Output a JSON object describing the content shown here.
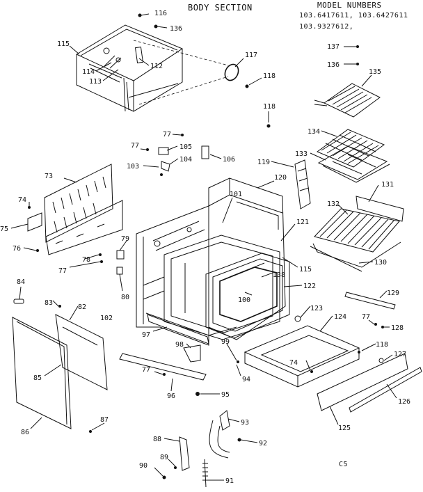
{
  "header": {
    "title": "BODY SECTION",
    "model_heading": "MODEL NUMBERS",
    "model_line1": "103.6417611, 103.6427611",
    "model_line2": "103.9327612,"
  },
  "footer_code": "C5",
  "callouts": [
    {
      "id": "c116",
      "text": "116"
    },
    {
      "id": "c136a",
      "text": "136"
    },
    {
      "id": "c115a",
      "text": "115"
    },
    {
      "id": "c112",
      "text": "112"
    },
    {
      "id": "c114",
      "text": "114"
    },
    {
      "id": "c113",
      "text": "113"
    },
    {
      "id": "c117",
      "text": "117"
    },
    {
      "id": "c118a",
      "text": "118"
    },
    {
      "id": "c118b",
      "text": "118"
    },
    {
      "id": "c137",
      "text": "137"
    },
    {
      "id": "c136b",
      "text": "136"
    },
    {
      "id": "c135",
      "text": "135"
    },
    {
      "id": "c134",
      "text": "134"
    },
    {
      "id": "c133",
      "text": "133"
    },
    {
      "id": "c131",
      "text": "131"
    },
    {
      "id": "c132",
      "text": "132"
    },
    {
      "id": "c130",
      "text": "130"
    },
    {
      "id": "c77a",
      "text": "77"
    },
    {
      "id": "c77b",
      "text": "77"
    },
    {
      "id": "c105",
      "text": "105"
    },
    {
      "id": "c104",
      "text": "104"
    },
    {
      "id": "c103",
      "text": "103"
    },
    {
      "id": "c106",
      "text": "106"
    },
    {
      "id": "c119",
      "text": "119"
    },
    {
      "id": "c120",
      "text": "120"
    },
    {
      "id": "c101",
      "text": "101"
    },
    {
      "id": "c121",
      "text": "121"
    },
    {
      "id": "c73",
      "text": "73"
    },
    {
      "id": "c74a",
      "text": "74"
    },
    {
      "id": "c75",
      "text": "75"
    },
    {
      "id": "c76",
      "text": "76"
    },
    {
      "id": "c79",
      "text": "79"
    },
    {
      "id": "c78",
      "text": "78"
    },
    {
      "id": "c77c",
      "text": "77"
    },
    {
      "id": "c80",
      "text": "80"
    },
    {
      "id": "c115b",
      "text": "115"
    },
    {
      "id": "c138",
      "text": "138"
    },
    {
      "id": "c122",
      "text": "122"
    },
    {
      "id": "c100",
      "text": "100"
    },
    {
      "id": "c84",
      "text": "84"
    },
    {
      "id": "c83",
      "text": "83"
    },
    {
      "id": "c82",
      "text": "82"
    },
    {
      "id": "c102",
      "text": "102"
    },
    {
      "id": "c97",
      "text": "97"
    },
    {
      "id": "c123",
      "text": "123"
    },
    {
      "id": "c124",
      "text": "124"
    },
    {
      "id": "c129",
      "text": "129"
    },
    {
      "id": "c77d",
      "text": "77"
    },
    {
      "id": "c128",
      "text": "128"
    },
    {
      "id": "c99",
      "text": "99"
    },
    {
      "id": "c118c",
      "text": "118"
    },
    {
      "id": "c98",
      "text": "98"
    },
    {
      "id": "c85",
      "text": "85"
    },
    {
      "id": "c77e",
      "text": "77"
    },
    {
      "id": "c74b",
      "text": "74"
    },
    {
      "id": "c127",
      "text": "127"
    },
    {
      "id": "c94",
      "text": "94"
    },
    {
      "id": "c96",
      "text": "96"
    },
    {
      "id": "c95",
      "text": "95"
    },
    {
      "id": "c126",
      "text": "126"
    },
    {
      "id": "c87",
      "text": "87"
    },
    {
      "id": "c86",
      "text": "86"
    },
    {
      "id": "c125",
      "text": "125"
    },
    {
      "id": "c93",
      "text": "93"
    },
    {
      "id": "c88",
      "text": "88"
    },
    {
      "id": "c92",
      "text": "92"
    },
    {
      "id": "c89",
      "text": "89"
    },
    {
      "id": "c90",
      "text": "90"
    },
    {
      "id": "c91",
      "text": "91"
    }
  ]
}
